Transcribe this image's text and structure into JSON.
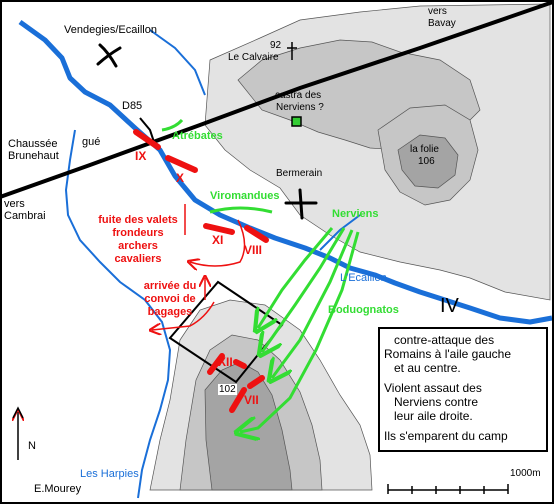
{
  "places": {
    "vendegies": "Vendegies/Ecaillon",
    "vers_bavay_1": "vers",
    "vers_bavay_2": "Bavay",
    "le_calvaire_alt": "92",
    "le_calvaire": "Le Calvaire",
    "castra_1": "castra des",
    "castra_2": "Nerviens ?",
    "d85": "D85",
    "gue": "gué",
    "chaussee_1": "Chaussée",
    "chaussee_2": "Brunehaut",
    "vers_cambrai_1": "vers",
    "vers_cambrai_2": "Cambrai",
    "la_folie_1": "la folie",
    "la_folie_2": "106",
    "bermerain": "Bermerain",
    "ecaillon": "L'Ecaillon",
    "les_harpies": "Les Harpies",
    "height_102": "102",
    "roman_iv": "IV",
    "north": "N",
    "author": "E.Mourey",
    "scale": "1000m"
  },
  "tribes": {
    "atrebates": "Atrébates",
    "viromandues": "Viromandues",
    "nerviens": "Nerviens",
    "boduognatos": "Boduognatos"
  },
  "legions": {
    "ix": "IX",
    "x": "X",
    "xi": "XI",
    "viii": "VIII",
    "xii": "XII",
    "vii": "VII"
  },
  "notes": {
    "fuite": [
      "fuite des valets",
      "frondeurs",
      "archers",
      "cavaliers"
    ],
    "arrivee": [
      "arrivée du",
      "convoi de",
      "bagages"
    ]
  },
  "legend": {
    "line1": "contre-attaque des",
    "line2": "Romains à l'aile gauche",
    "line3": "et au centre.",
    "line4": "Violent assaut des",
    "line5": "Nerviens contre",
    "line6": "leur aile droite.",
    "line7": "Ils s'emparent du camp"
  },
  "colors": {
    "river": "#1a6fd8",
    "roman": "#ee1111",
    "gaul": "#33dd33",
    "hill_light": "#e3e3e3",
    "hill_mid": "#c6c6c6",
    "hill_dark": "#a4a4a4",
    "road": "#000000"
  }
}
